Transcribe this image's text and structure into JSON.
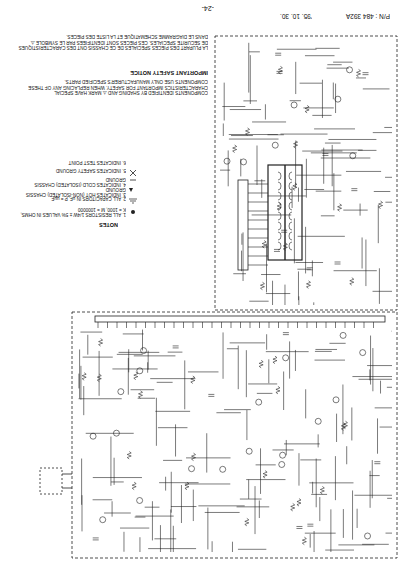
{
  "diagram": {
    "labels": [
      "-24-",
      "'95. 10. 30.",
      "P/N : 484 392A",
      "LA PLUPART DES PIECES SPECIALES DE CE CHASSIS ONT DES CARACTERISTIQUES DE SECURITE SPECIALES. CES PIECES SONT IDENTIFIEES PAR LE SYMBOLE ⚠ DANS LE DIAGRAMME SCHEMATIQUE ET LA LISTE DES PIECES.",
      "IMPORTANT SAFETY NOTICE",
      "COMPONENTS IDENTIFIED BY SHADING AND ⚠ MARK HAVE SPECIAL CHARACTERISTICS IMPORTANT FOR SAFETY. WHEN REPLACING ANY OF THESE COMPONENTS USE ONLY MANUFACTURER'S SPECIFIED PARTS.",
      "NOTES",
      "1. ALL RESISTORS 1/4W ± 5% VALUES IN OHMS, K = 1000, M = 1000000",
      "2. ALL CAPACITORS IN μF, P = μμF",
      "3. INDICATES HOT (NON-ISOLATED) CHASSIS GROUND",
      "4. INDICATES COLD (ISOLATED) CHASSIS GROUND",
      "5. INDICATES SAFETY GROUND",
      "6. INDICATES TEST POINT"
    ]
  }
}
